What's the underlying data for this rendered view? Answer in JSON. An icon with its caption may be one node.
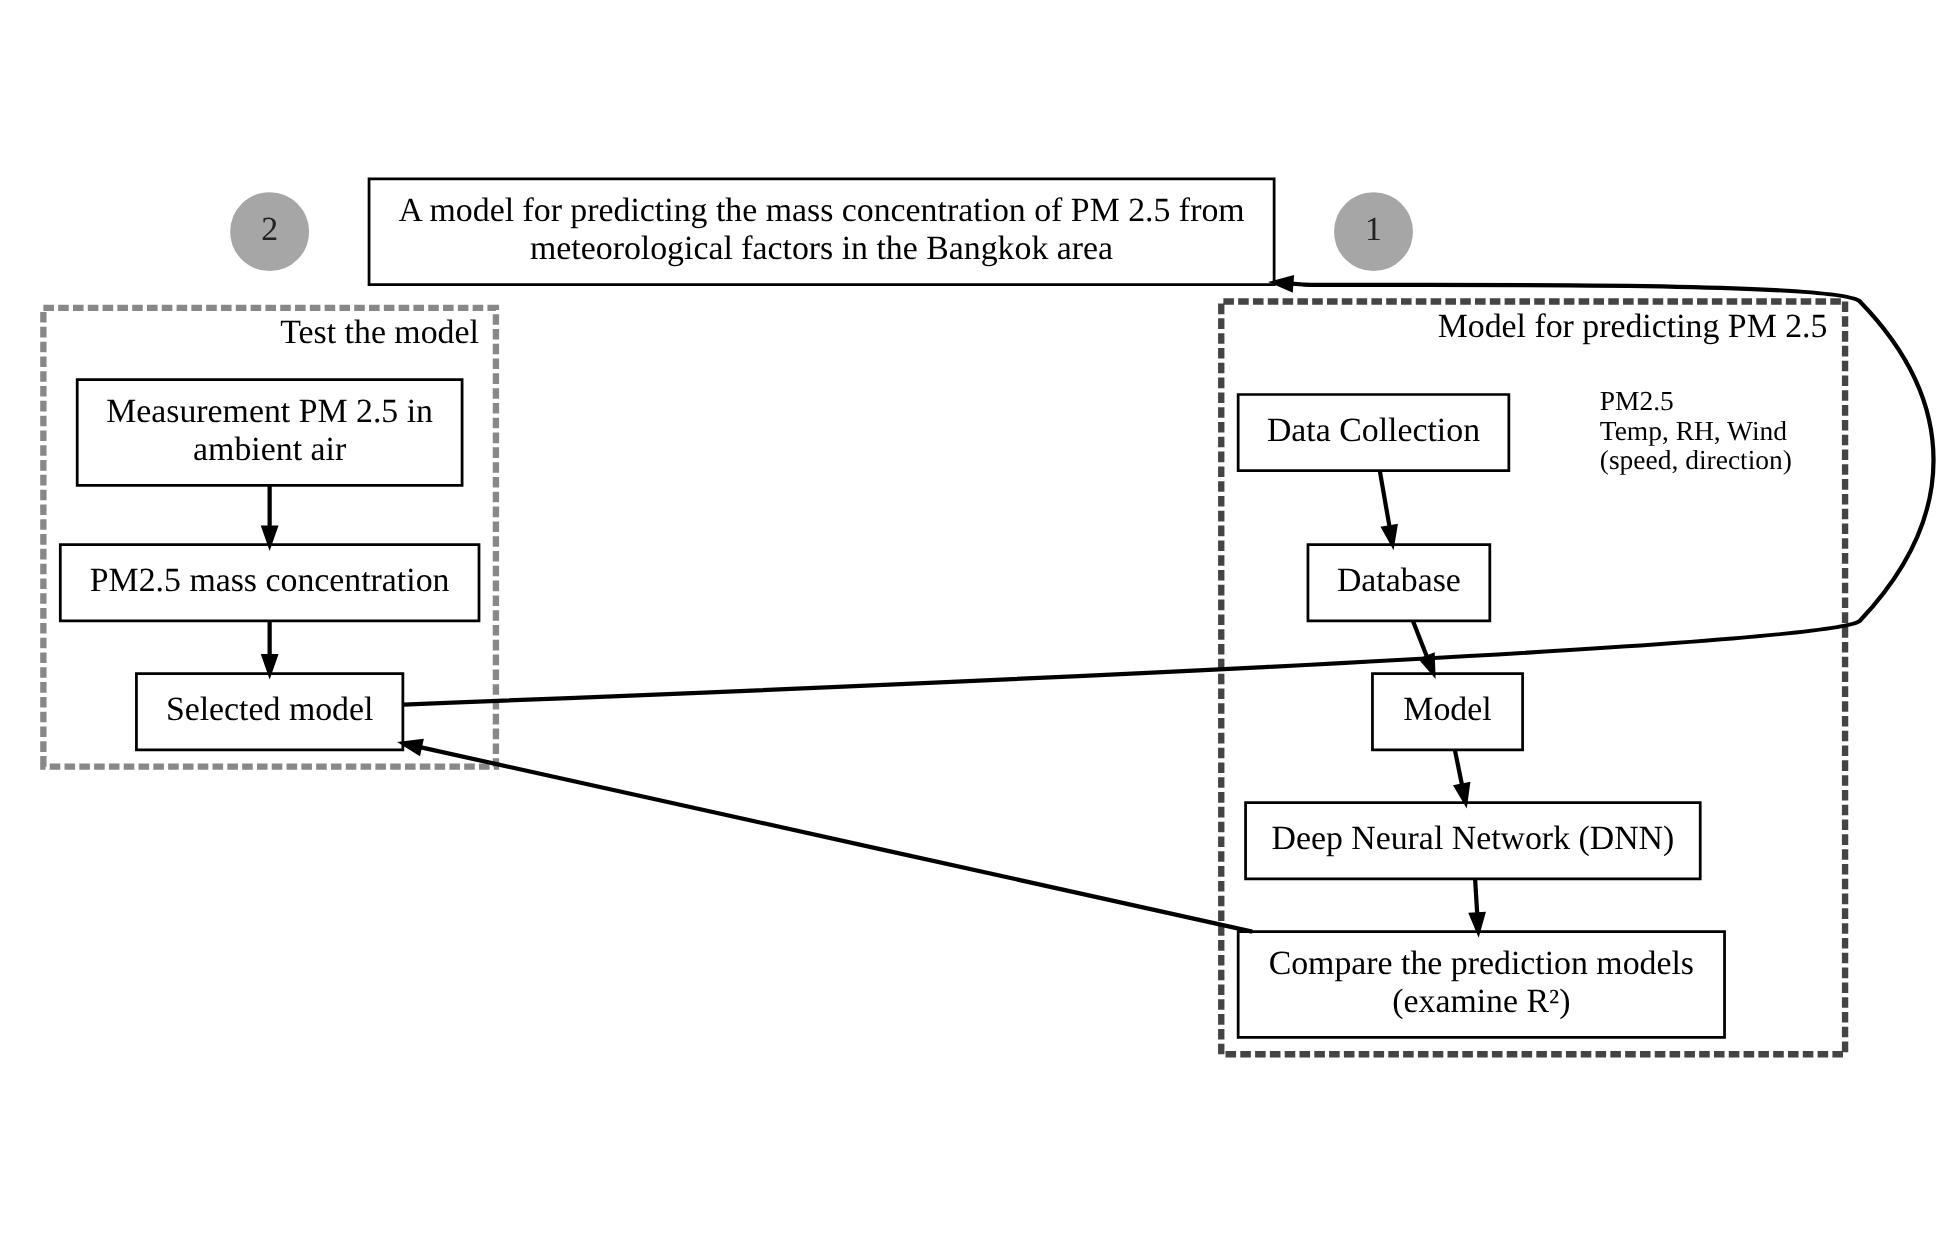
{
  "diagram": {
    "nodes": [
      {
        "text": [
          "Model for predicting PM 2.5"
        ]
      },
      {
        "text": [
          "1"
        ]
      },
      {
        "text": [
          "Data Collection"
        ],
        "in": 0,
        "beside": [
          "PM2.5",
          "Temp, RH, Wind (speed, direction)"
        ]
      },
      {
        "text": [
          "Database"
        ],
        "in": 0
      },
      {
        "text": [
          "Model"
        ],
        "in": 0
      },
      {
        "text": [
          "Deep Neural Network (DNN)"
        ],
        "in": 0
      },
      {
        "text": [
          "Compare the prediction models (examine R²)"
        ],
        "in": 0
      },
      {
        "text": [
          "Test the model"
        ]
      },
      {
        "text": [
          "2"
        ]
      },
      {
        "text": [
          "Measurement PM 2.5 in ambient air"
        ],
        "in": 7
      },
      {
        "text": [
          "PM2.5 mass concentration"
        ],
        "in": 7
      },
      {
        "text": [
          "Selected model"
        ],
        "in": 7
      },
      {
        "text": [
          "A model for predicting the mass concentration of PM 2.5 from meteorological factors in the Bangkok area"
        ]
      }
    ],
    "edges": [
      {
        "from": 2,
        "to": 3,
        "arrow": "to"
      },
      {
        "from": 3,
        "to": 4,
        "arrow": "to"
      },
      {
        "from": 4,
        "to": 5,
        "arrow": "to"
      },
      {
        "from": 5,
        "to": 6,
        "arrow": "to"
      },
      {
        "from": 6,
        "to": 11,
        "arrow": "to"
      },
      {
        "from": 9,
        "to": 10,
        "arrow": "to"
      },
      {
        "from": 10,
        "to": 11,
        "arrow": "to"
      },
      {
        "from": 11,
        "to": 12,
        "arrow": "to"
      }
    ]
  }
}
